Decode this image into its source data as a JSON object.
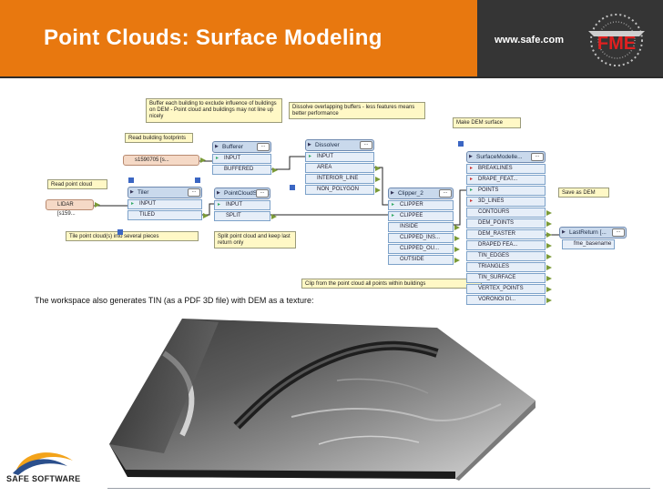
{
  "header": {
    "title": "Point Clouds: Surface Modeling",
    "site": "www.safe.com",
    "colors": {
      "orange": "#e8780f",
      "dark": "#353535"
    }
  },
  "notes": {
    "buffer": "Buffer each building to exclude influence of buildings on DEM - Point cloud and buildings may not line up nicely",
    "dissolve": "Dissolve overlapping buffers - less features means better performance",
    "make_dem": "Make DEM surface",
    "read_footprints": "Read building footprints",
    "read_point_cloud": "Read point cloud",
    "tile": "Tile point cloud(s) into several pieces",
    "split": "Split point cloud and keep last return only",
    "save_dem": "Save as DEM",
    "clip": "Clip from the point cloud all points within buildings"
  },
  "readers": {
    "footprints": "s1590705 [s...",
    "lidar": "LIDAR [s159..."
  },
  "transformers": {
    "bufferer": {
      "name": "Bufferer",
      "ports": [
        "INPUT",
        "BUFFERED"
      ]
    },
    "dissolver": {
      "name": "Dissolver",
      "ports": [
        "INPUT",
        "AREA",
        "INTERIOR_LINE",
        "NON_POLYGON"
      ]
    },
    "tiler": {
      "name": "Tiler",
      "ports": [
        "INPUT",
        "TILED"
      ]
    },
    "splitter": {
      "name": "PointCloudSplit...",
      "ports": [
        "INPUT",
        "SPLIT"
      ]
    },
    "clipper": {
      "name": "Clipper_2",
      "ports": [
        "CLIPPER",
        "CLIPPEE",
        "INSIDE",
        "CLIPPED_INS...",
        "CLIPPED_OU...",
        "OUTSIDE"
      ]
    },
    "surface": {
      "name": "SurfaceModelle...",
      "ports": [
        "BREAKLINES",
        "DRAPE_FEAT...",
        "POINTS",
        "3D_LINES",
        "CONTOURS",
        "DEM_POINTS",
        "DEM_RASTER",
        "DRAPED FEA...",
        "TIN_EDGES",
        "TRIANGLES",
        "TIN_SURFACE",
        "VERTEX_POINTS",
        "VORONOI DI..."
      ]
    }
  },
  "writer": {
    "name": "LastReturn [...",
    "attribute": "fme_basename"
  },
  "caption": "The workspace also generates TIN (as a PDF 3D file) with DEM as a texture:",
  "footer": {
    "company": "SAFE SOFTWARE"
  }
}
